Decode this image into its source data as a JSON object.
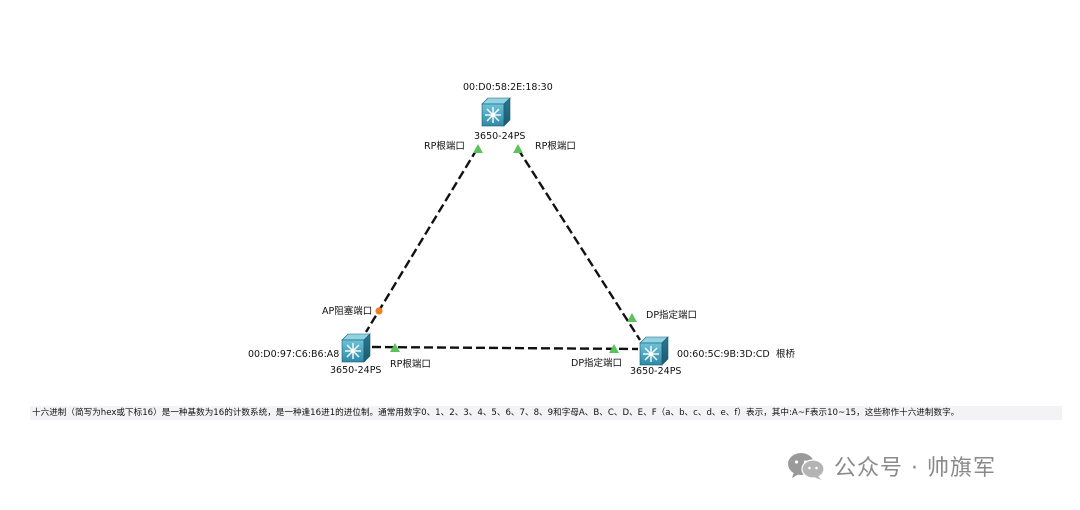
{
  "switches": [
    {
      "id": "top",
      "mac": "00:D0:58:2E:18:30",
      "model": "3650-24PS"
    },
    {
      "id": "left",
      "mac": "00:D0:97:C6:B6:A8",
      "model": "3650-24PS"
    },
    {
      "id": "right",
      "mac": "00:60:5C:9B:3D:CD",
      "model": "3650-24PS",
      "note": "根桥"
    }
  ],
  "ports": {
    "top_left": "RP根端口",
    "top_right": "RP根端口",
    "left_top": "AP阻塞端口",
    "left_bottom": "RP根端口",
    "right_top": "DP指定端口",
    "right_bottom": "DP指定端口"
  },
  "caption": "十六进制（简写为hex或下标16）是一种基数为16的计数系统，是一种逢16进1的进位制。通常用数字0、1、2、3、4、5、6、7、8、9和字母A、B、C、D、E、F（a、b、c、d、e、f）表示，其中:A~F表示10~15，这些称作十六进制数字。",
  "watermark": "公众号 · 帅旗军",
  "colors": {
    "link": "#111111",
    "port_green": "#5cc35c",
    "port_orange": "#f07f1c",
    "switch": "#2f7f9a"
  }
}
